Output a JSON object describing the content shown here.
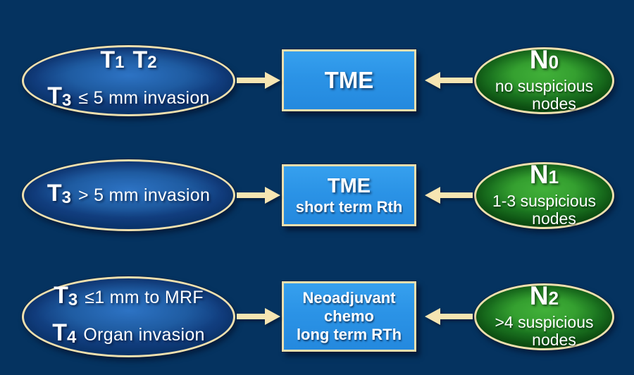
{
  "colors": {
    "bg": "#053360",
    "box": "#2b93e6",
    "cream": "#eedfae",
    "arrow": "#f6e5b2",
    "blueCenter": "#2d73c4",
    "blueEdge": "#0b3a74",
    "greenCenter": "#35a030",
    "greenEdge": "#0e5314",
    "text": "#ffffff"
  },
  "rows": [
    {
      "stage": {
        "l1a": "T",
        "l1af": "1",
        "l1b": "T",
        "l1bf": "2",
        "l2": "T",
        "l2f": "3",
        "l2rest": "≤ 5 mm invasion"
      },
      "treatment": {
        "l1": "TME"
      },
      "nodes": {
        "n": "N",
        "nf": "0",
        "l2": "no suspicious",
        "l3": "nodes"
      }
    },
    {
      "stage": {
        "l1": "T",
        "l1f": "3",
        "l1rest": "> 5 mm invasion"
      },
      "treatment": {
        "l1": "TME",
        "l2": "short term Rth"
      },
      "nodes": {
        "n": "N",
        "nf": "1",
        "l2": "1-3 suspicious",
        "l3": "nodes"
      }
    },
    {
      "stage": {
        "l1": "T",
        "l1f": "3",
        "l1rest": "≤1 mm to MRF",
        "l2": "T",
        "l2f": "4",
        "l2rest": "Organ invasion"
      },
      "treatment": {
        "l1": "Neoadjuvant",
        "l2": "chemo",
        "l3": "long term RTh"
      },
      "nodes": {
        "n": "N",
        "nf": "2",
        "l2": ">4 suspicious",
        "l3": "nodes"
      }
    }
  ]
}
